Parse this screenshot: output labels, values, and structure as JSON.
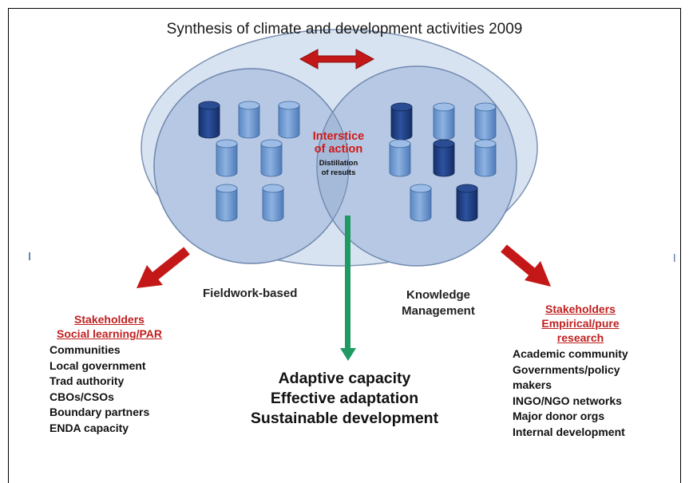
{
  "title": "Synthesis of climate and development activities 2009",
  "intersection": {
    "heading": "Interstice of action",
    "subtext": "Distillation of results"
  },
  "left_circle_label": "Fieldwork-based",
  "right_circle_label": "Knowledge Management",
  "left_panel": {
    "heading_line1": "Stakeholders",
    "heading_line2": "Social learning/PAR",
    "items": [
      "Communities",
      "Local government",
      "Trad authority",
      "CBOs/CSOs",
      "Boundary partners",
      "ENDA  capacity"
    ]
  },
  "right_panel": {
    "heading_line1": "Stakeholders",
    "heading_line2": "Empirical/pure",
    "heading_line3": "research",
    "items": [
      "Academic community",
      "Governments/policy",
      "makers",
      "INGO/NGO networks",
      "Major donor orgs",
      "Internal development"
    ]
  },
  "outcomes": [
    "Adaptive capacity",
    "Effective adaptation",
    "Sustainable development"
  ],
  "colors": {
    "outer_ellipse": "#d6e2f0",
    "circle_fill": "#b4c7e3",
    "intersection_fill": "#a2b7d8",
    "cylinder_light": "#6f9bd3",
    "cylinder_dark": "#1f3f85",
    "arrow_red": "#c41818",
    "arrow_green": "#1f9a63"
  }
}
